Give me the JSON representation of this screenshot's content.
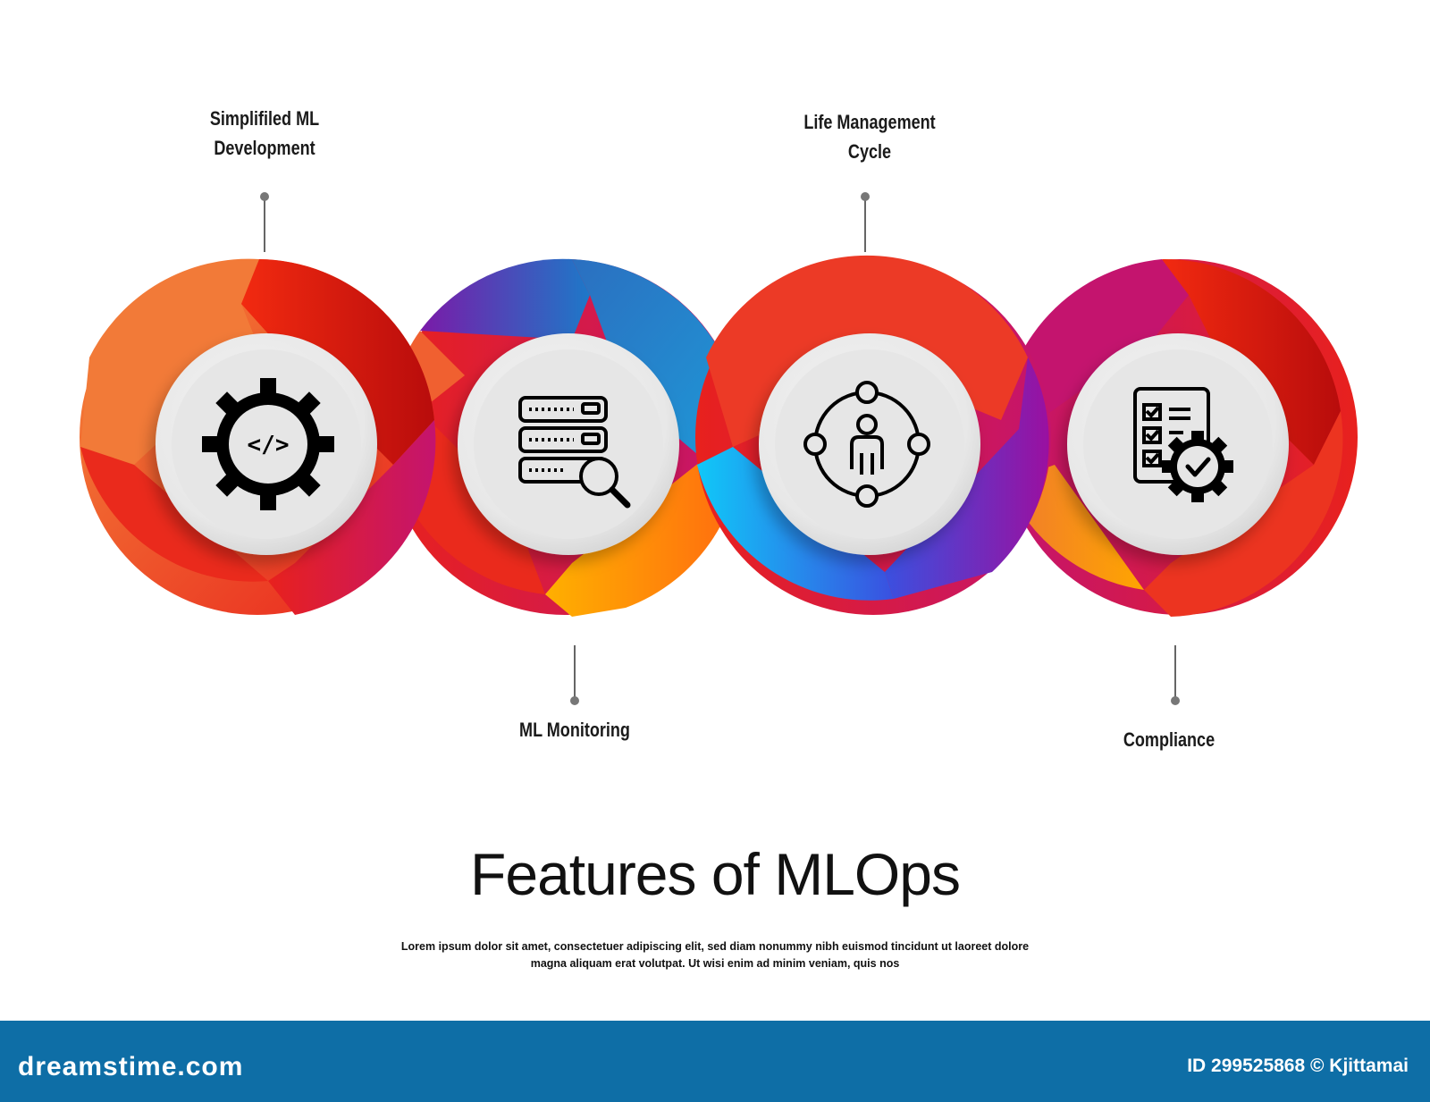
{
  "features": [
    {
      "lines": [
        "Simplifiled ML",
        "Development"
      ],
      "icon": "gear-code-icon"
    },
    {
      "lines": [
        "ML Monitoring"
      ],
      "icon": "server-search-icon"
    },
    {
      "lines": [
        "Life Management",
        "Cycle"
      ],
      "icon": "person-cycle-icon"
    },
    {
      "lines": [
        "Compliance"
      ],
      "icon": "checklist-gear-icon"
    }
  ],
  "title": "Features of MLOps",
  "description": {
    "line1": "Lorem ipsum dolor sit amet, consectetuer adipiscing elit, sed diam nonummy nibh euismod tincidunt ut laoreet dolore",
    "line2": "magna aliquam erat volutpat. Ut wisi enim ad minim veniam, quis nos"
  },
  "footer": {
    "brand": "dreamstime.com",
    "id_text": "ID 299525868 © Kjittamai"
  },
  "colors": {
    "orange": "#f07a2e",
    "red": "#e8211d",
    "magenta": "#c4146e",
    "purple": "#8f1aa8",
    "blue": "#1e78c8",
    "cyan": "#10c0f0",
    "amber": "#ffa500",
    "footer": "#0e6ea6"
  }
}
